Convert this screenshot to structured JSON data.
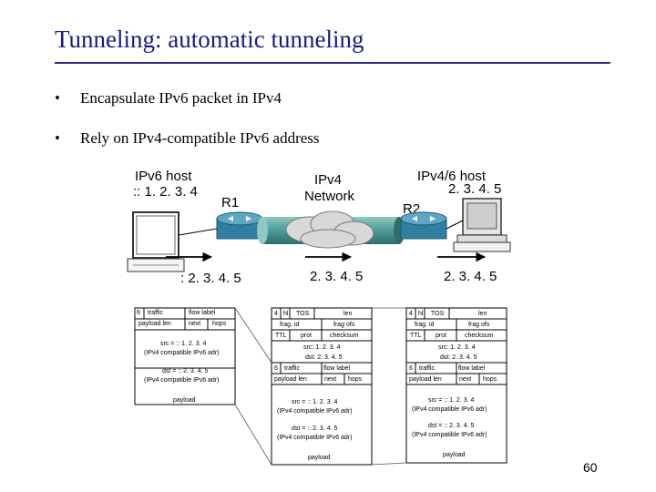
{
  "title": "Tunneling: automatic tunneling",
  "bullets": [
    "Encapsulate IPv6 packet in IPv4",
    "Rely on IPv4-compatible IPv6 address"
  ],
  "nodes": {
    "host_left": {
      "name": "IPv6 host",
      "addr": ":: 1. 2. 3. 4"
    },
    "r1": "R1",
    "network": {
      "line1": "IPv4",
      "line2": "Network"
    },
    "r2": "R2",
    "host_right": {
      "name": "IPv4/6 host",
      "addr": "2. 3. 4. 5"
    }
  },
  "arrows": {
    "left": ": 2. 3. 4. 5",
    "middle": "2. 3. 4. 5",
    "right": "2. 3. 4. 5"
  },
  "packet_left": {
    "row1": [
      "6",
      "traffic",
      "flow label"
    ],
    "row2": [
      "payload len",
      "next",
      "hops"
    ],
    "src1": "src = :: 1. 2. 3. 4",
    "src2": "(IPv4 compatible IPv6 adr)",
    "dst1": "dst = :: 2. 3. 4. 5",
    "dst2": "(IPv4 compatible IPv6 adr)",
    "payload": "payload"
  },
  "packet_mid": {
    "v4row1": [
      "4",
      "hl",
      "TOS",
      "len"
    ],
    "v4row2": [
      "frag. id",
      "frag ofs"
    ],
    "v4row3": [
      "TTL",
      "prot",
      "checksum"
    ],
    "v4src": "src: 1. 2. 3. 4",
    "v4dst": "dst: 2. 3. 4. 5",
    "row1": [
      "6",
      "traffic",
      "flow label"
    ],
    "row2": [
      "payload len",
      "next",
      "hops"
    ],
    "src1": "src = :: 1. 2. 3. 4",
    "src2": "(IPv4 compatible IPv6 adr)",
    "dst1": "dst = :: 2. 3. 4. 5",
    "dst2": "(IPv4 compatible IPv6 adr)",
    "payload": "payload"
  },
  "packet_right": {
    "v4row1": [
      "4",
      "hl",
      "TOS",
      "len"
    ],
    "v4row2": [
      "frag. id",
      "frag ofs"
    ],
    "v4row3": [
      "TTL",
      "prot",
      "checksum"
    ],
    "v4src": "src: 1. 2. 3. 4",
    "v4dst": "dst: 2. 3. 4. 5",
    "row1": [
      "6",
      "traffic",
      "flow label"
    ],
    "row2": [
      "payload len",
      "next",
      "hops"
    ],
    "src1": "src = :: 1. 2. 3. 4",
    "src2": "(IPv4 compatible IPv6 adr)",
    "dst1": "dst = :: 2. 3. 4. 5",
    "dst2": "(IPv4 compatible IPv6 adr)",
    "payload": "payload"
  },
  "page_number": "60",
  "colors": {
    "title": "#1a1a80",
    "router": "#2f7fa0",
    "network": "#4c9a96",
    "cloud": "#d8d8d8"
  }
}
